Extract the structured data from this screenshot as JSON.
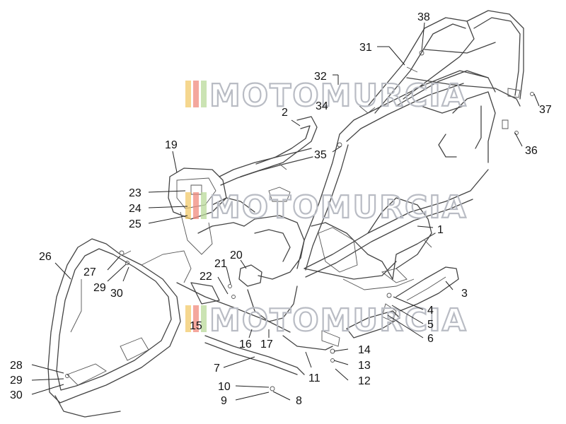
{
  "watermark": {
    "text": "MOTOMURCIA",
    "colors": [
      "#f2c96a",
      "#f08a7c",
      "#b9d99a",
      "#d7d9de"
    ]
  },
  "callouts": [
    {
      "n": "38"
    },
    {
      "n": "31"
    },
    {
      "n": "32"
    },
    {
      "n": "34"
    },
    {
      "n": "37"
    },
    {
      "n": "36"
    },
    {
      "n": "2"
    },
    {
      "n": "35"
    },
    {
      "n": "19"
    },
    {
      "n": "23"
    },
    {
      "n": "24"
    },
    {
      "n": "25"
    },
    {
      "n": "1"
    },
    {
      "n": "26"
    },
    {
      "n": "27"
    },
    {
      "n": "29"
    },
    {
      "n": "30"
    },
    {
      "n": "21"
    },
    {
      "n": "20"
    },
    {
      "n": "22"
    },
    {
      "n": "3"
    },
    {
      "n": "4"
    },
    {
      "n": "5"
    },
    {
      "n": "6"
    },
    {
      "n": "15"
    },
    {
      "n": "16"
    },
    {
      "n": "17"
    },
    {
      "n": "14"
    },
    {
      "n": "13"
    },
    {
      "n": "12"
    },
    {
      "n": "7"
    },
    {
      "n": "11"
    },
    {
      "n": "28"
    },
    {
      "n": "29"
    },
    {
      "n": "30"
    },
    {
      "n": "10"
    },
    {
      "n": "9"
    },
    {
      "n": "8"
    }
  ]
}
